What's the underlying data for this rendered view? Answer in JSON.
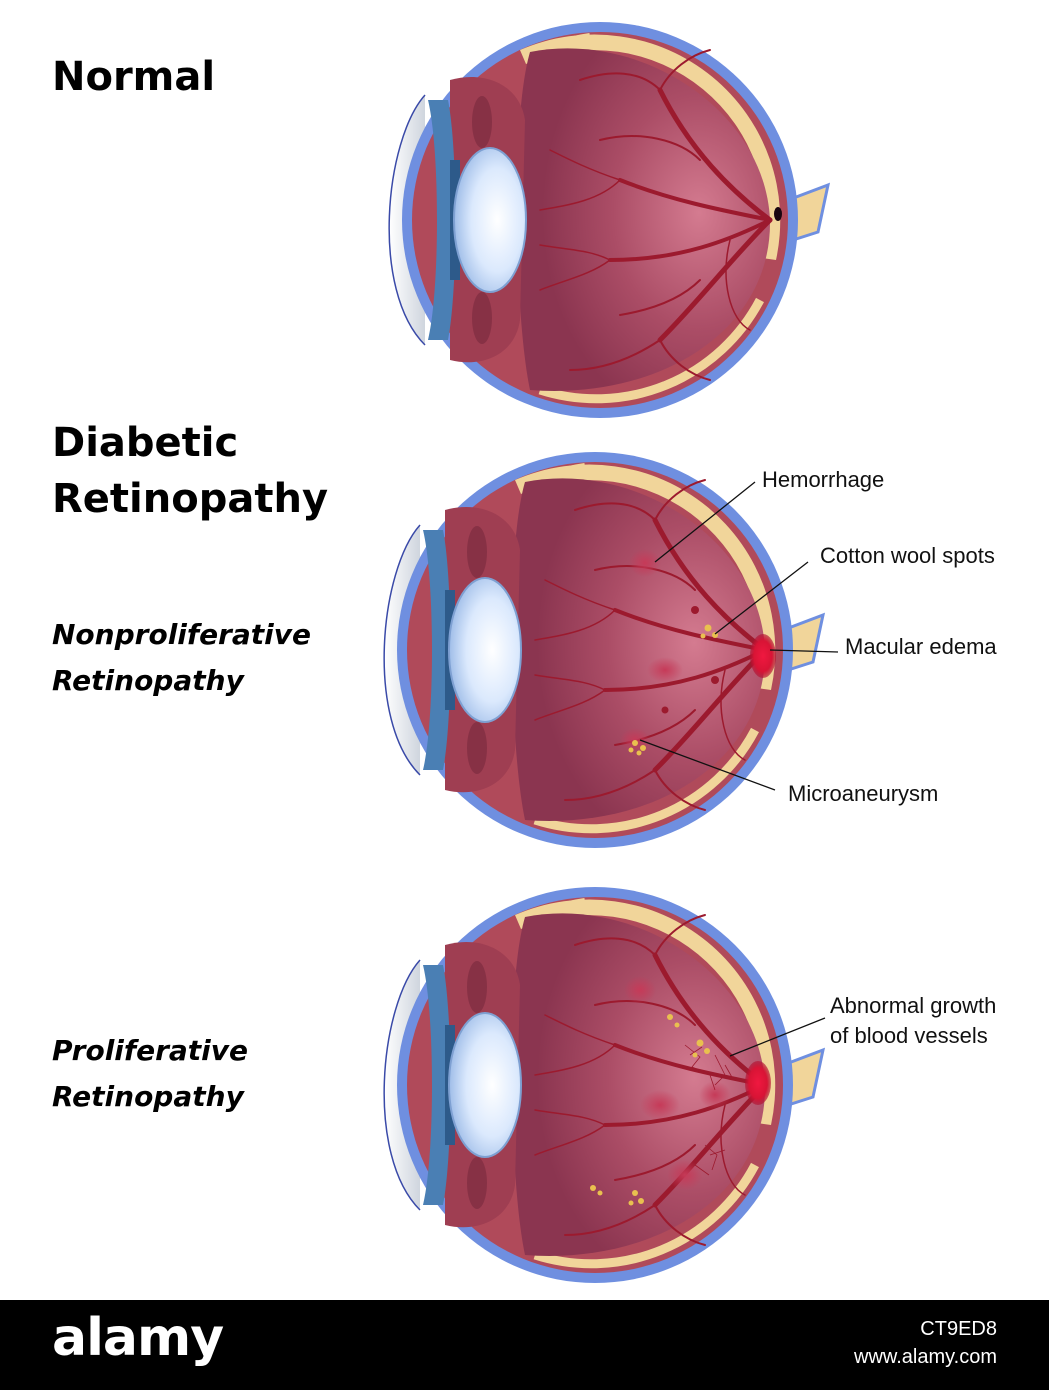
{
  "headings": {
    "normal": "Normal",
    "diabetic_line1": "Diabetic",
    "diabetic_line2": "Retinopathy",
    "nonproliferative_line1": "Nonproliferative",
    "nonproliferative_line2": "Retinopathy",
    "proliferative_line1": "Proliferative",
    "proliferative_line2": "Retinopathy"
  },
  "labels": {
    "hemorrhage": "Hemorrhage",
    "cotton_wool": "Cotton wool spots",
    "macular_edema": "Macular edema",
    "microaneurysm": "Microaneurysm",
    "abnormal_line1": "Abnormal growth",
    "abnormal_line2": "of blood vessels"
  },
  "footer": {
    "logo": "alamy",
    "image_id": "CT9ED8",
    "url": "www.alamy.com"
  },
  "colors": {
    "sclera": "#6f8fe0",
    "choroid": "#b04a5a",
    "retina_band": "#f1d59a",
    "vitreous": "#a24a63",
    "vessel": "#9c1a2e",
    "lens": "#c9defa",
    "hemorrhage": "#c8445e",
    "exudate": "#e9c04f",
    "edema": "#e0133a",
    "footer_bg": "#000000"
  }
}
